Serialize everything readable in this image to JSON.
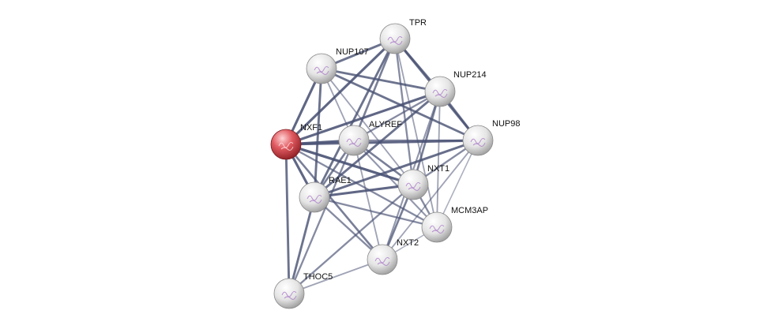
{
  "network": {
    "nodes": [
      {
        "id": "TPR",
        "label": "TPR",
        "query": false
      },
      {
        "id": "NUP107",
        "label": "NUP107",
        "query": false
      },
      {
        "id": "NUP214",
        "label": "NUP214",
        "query": false
      },
      {
        "id": "NXF1",
        "label": "NXF1",
        "query": true
      },
      {
        "id": "ALYREF",
        "label": "ALYREF",
        "query": false
      },
      {
        "id": "NUP98",
        "label": "NUP98",
        "query": false
      },
      {
        "id": "NXT1",
        "label": "NXT1",
        "query": false
      },
      {
        "id": "RAE1",
        "label": "RAE1",
        "query": false
      },
      {
        "id": "MCM3AP",
        "label": "MCM3AP",
        "query": false
      },
      {
        "id": "NXT2",
        "label": "NXT2",
        "query": false
      },
      {
        "id": "THOC5",
        "label": "THOC5",
        "query": false
      }
    ],
    "edges": [
      {
        "a": "NXF1",
        "b": "NUP107",
        "strength": 0.9
      },
      {
        "a": "NXF1",
        "b": "TPR",
        "strength": 0.9
      },
      {
        "a": "NXF1",
        "b": "NUP214",
        "strength": 0.9
      },
      {
        "a": "NXF1",
        "b": "NUP98",
        "strength": 0.9
      },
      {
        "a": "NXF1",
        "b": "ALYREF",
        "strength": 0.95
      },
      {
        "a": "NXF1",
        "b": "NXT1",
        "strength": 0.95
      },
      {
        "a": "NXF1",
        "b": "RAE1",
        "strength": 0.9
      },
      {
        "a": "NXF1",
        "b": "THOC5",
        "strength": 0.8
      },
      {
        "a": "NXF1",
        "b": "NXT2",
        "strength": 0.7
      },
      {
        "a": "NXF1",
        "b": "MCM3AP",
        "strength": 0.6
      },
      {
        "a": "NUP107",
        "b": "TPR",
        "strength": 0.8
      },
      {
        "a": "NUP107",
        "b": "NUP214",
        "strength": 0.8
      },
      {
        "a": "NUP107",
        "b": "NUP98",
        "strength": 0.8
      },
      {
        "a": "NUP107",
        "b": "RAE1",
        "strength": 0.8
      },
      {
        "a": "NUP107",
        "b": "ALYREF",
        "strength": 0.4
      },
      {
        "a": "NUP107",
        "b": "NXT1",
        "strength": 0.4
      },
      {
        "a": "TPR",
        "b": "NUP214",
        "strength": 0.8
      },
      {
        "a": "TPR",
        "b": "NUP98",
        "strength": 0.8
      },
      {
        "a": "TPR",
        "b": "ALYREF",
        "strength": 0.7
      },
      {
        "a": "TPR",
        "b": "RAE1",
        "strength": 0.8
      },
      {
        "a": "TPR",
        "b": "NXT1",
        "strength": 0.6
      },
      {
        "a": "TPR",
        "b": "MCM3AP",
        "strength": 0.4
      },
      {
        "a": "NUP214",
        "b": "NUP98",
        "strength": 0.8
      },
      {
        "a": "NUP214",
        "b": "ALYREF",
        "strength": 0.6
      },
      {
        "a": "NUP214",
        "b": "RAE1",
        "strength": 0.8
      },
      {
        "a": "NUP214",
        "b": "NXT1",
        "strength": 0.7
      },
      {
        "a": "NUP214",
        "b": "NXT2",
        "strength": 0.5
      },
      {
        "a": "NUP214",
        "b": "MCM3AP",
        "strength": 0.4
      },
      {
        "a": "NUP98",
        "b": "ALYREF",
        "strength": 0.6
      },
      {
        "a": "NUP98",
        "b": "RAE1",
        "strength": 0.85
      },
      {
        "a": "NUP98",
        "b": "NXT1",
        "strength": 0.6
      },
      {
        "a": "NUP98",
        "b": "NXT2",
        "strength": 0.4
      },
      {
        "a": "NUP98",
        "b": "MCM3AP",
        "strength": 0.3
      },
      {
        "a": "ALYREF",
        "b": "RAE1",
        "strength": 0.7
      },
      {
        "a": "ALYREF",
        "b": "NXT1",
        "strength": 0.7
      },
      {
        "a": "ALYREF",
        "b": "NXT2",
        "strength": 0.4
      },
      {
        "a": "ALYREF",
        "b": "THOC5",
        "strength": 0.6
      },
      {
        "a": "ALYREF",
        "b": "MCM3AP",
        "strength": 0.5
      },
      {
        "a": "RAE1",
        "b": "NXT1",
        "strength": 0.9
      },
      {
        "a": "RAE1",
        "b": "MCM3AP",
        "strength": 0.6
      },
      {
        "a": "RAE1",
        "b": "NXT2",
        "strength": 0.6
      },
      {
        "a": "RAE1",
        "b": "THOC5",
        "strength": 0.8
      },
      {
        "a": "NXT1",
        "b": "MCM3AP",
        "strength": 0.6
      },
      {
        "a": "NXT1",
        "b": "NXT2",
        "strength": 0.7
      },
      {
        "a": "NXT1",
        "b": "THOC5",
        "strength": 0.6
      },
      {
        "a": "NXT2",
        "b": "THOC5",
        "strength": 0.4
      },
      {
        "a": "NXT2",
        "b": "MCM3AP",
        "strength": 0.3
      }
    ],
    "colors": {
      "edge": "#4a5274",
      "query_node": "#d9464c",
      "node": "#e2e2e2",
      "label": "#111111"
    }
  }
}
